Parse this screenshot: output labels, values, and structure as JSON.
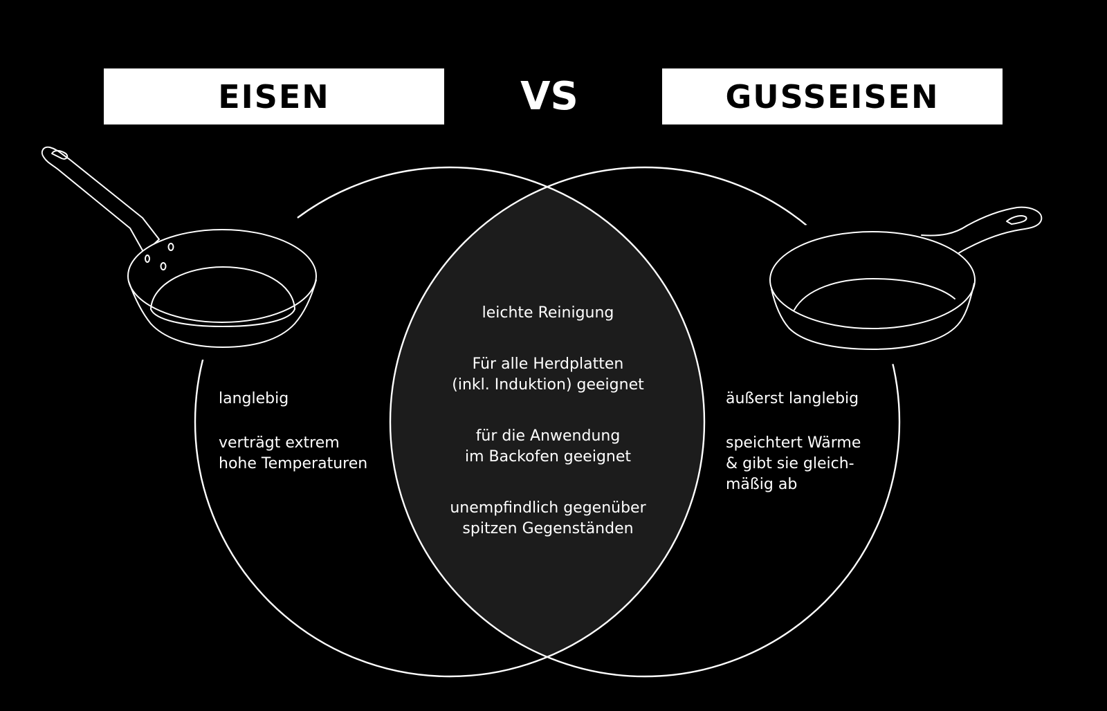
{
  "titles": {
    "left": "EISEN",
    "vs": "VS",
    "right": "GUSSEISEN"
  },
  "left_only": {
    "item1": "langlebig",
    "item2_line1": "verträgt extrem",
    "item2_line2": "hohe Temperaturen"
  },
  "shared": {
    "item1": "leichte Reinigung",
    "item2_line1": "Für alle Herdplatten",
    "item2_line2": "(inkl. Induktion) geeignet",
    "item3_line1": "für die Anwendung",
    "item3_line2": "im Backofen geeignet",
    "item4_line1": "unempfindlich gegenüber",
    "item4_line2": "spitzen Gegenständen"
  },
  "right_only": {
    "item1": "äußerst langlebig",
    "item2_line1": "speichtert Wärme",
    "item2_line2": "& gibt sie gleich-",
    "item2_line3": "mäßig ab"
  },
  "icons": {
    "left": "iron-pan-icon",
    "right": "cast-iron-pan-icon"
  },
  "colors": {
    "background": "#000000",
    "outline": "#ffffff",
    "overlap_fill": "#1c1c1c",
    "title_box": "#ffffff",
    "title_text": "#000000"
  }
}
